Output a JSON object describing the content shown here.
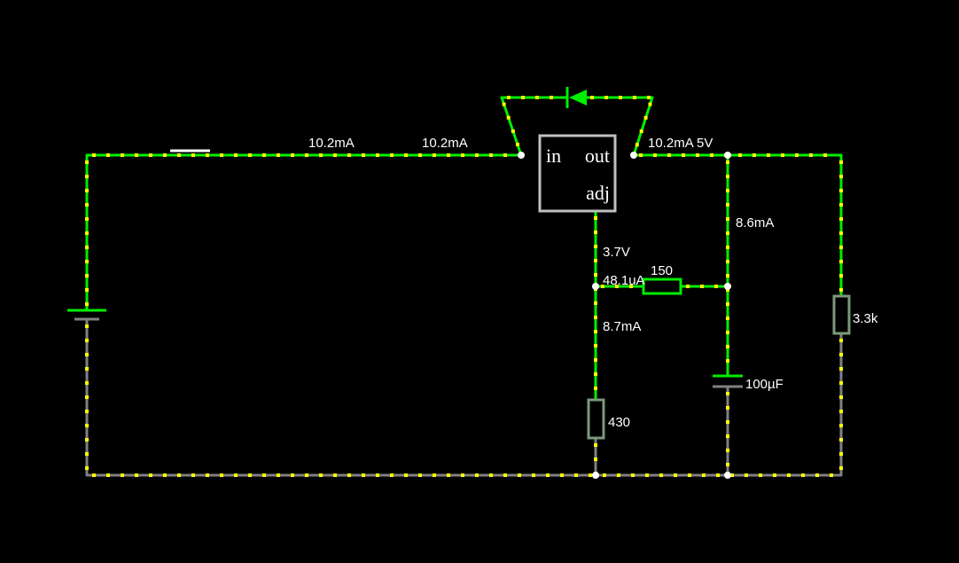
{
  "colors": {
    "background": "#000000",
    "wire_active": "#00ee00",
    "wire_ground": "#808080",
    "current_dot": "#ffff00",
    "node": "#ffffff",
    "chip_border": "#c0c0c0",
    "text": "#ffffff"
  },
  "regulator": {
    "in_label": "in",
    "out_label": "out",
    "adj_label": "adj"
  },
  "labels": {
    "input_current_1": "10.2mA",
    "input_current_2": "10.2mA",
    "output_reading": "10.2mA 5V",
    "capacitor_branch_current": "8.6mA",
    "adj_voltage": "3.7V",
    "adj_current": "48.1uA",
    "lower_resistor_current": "8.7mA"
  },
  "components": {
    "resistor_top": "150",
    "resistor_bottom": "430",
    "resistor_load": "3.3k",
    "capacitor": "100µF"
  },
  "icons": {
    "battery": "battery-icon",
    "switch": "switch-icon",
    "diode": "diode-icon",
    "capacitor": "capacitor-icon",
    "resistor": "resistor-icon"
  }
}
